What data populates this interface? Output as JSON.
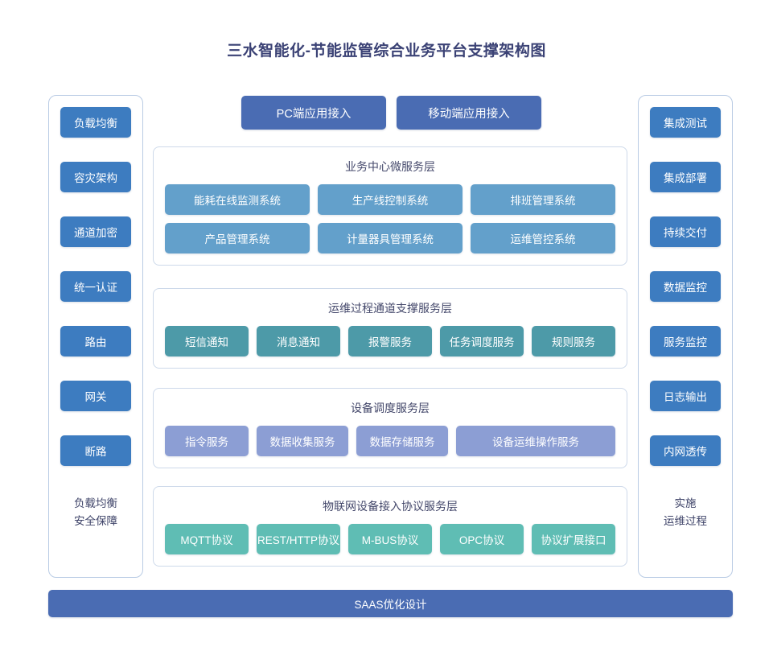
{
  "title": "三水智能化-节能监管综合业务平台支撑架构图",
  "colors": {
    "title_text": "#3b4275",
    "side_button": "#3d7cc0",
    "access_button": "#4a6cb3",
    "business_node": "#63a0cb",
    "channel_node": "#4d9aa8",
    "device_node": "#8c9ed4",
    "iot_node": "#5fbdb4",
    "bottom_bar": "#4a6cb3",
    "panel_border": "#cdd9ea",
    "side_border": "#b9cbe4"
  },
  "left_column": {
    "items": [
      {
        "label": "负载均衡"
      },
      {
        "label": "容灾架构"
      },
      {
        "label": "通道加密"
      },
      {
        "label": "统一认证"
      },
      {
        "label": "路由"
      },
      {
        "label": "网关"
      },
      {
        "label": "断路"
      }
    ],
    "footer_line1": "负载均衡",
    "footer_line2": "安全保障"
  },
  "right_column": {
    "items": [
      {
        "label": "集成测试"
      },
      {
        "label": "集成部署"
      },
      {
        "label": "持续交付"
      },
      {
        "label": "数据监控"
      },
      {
        "label": "服务监控"
      },
      {
        "label": "日志输出"
      },
      {
        "label": "内网透传"
      }
    ],
    "footer_line1": "实施",
    "footer_line2": "运维过程"
  },
  "access": {
    "pc": "PC端应用接入",
    "mobile": "移动端应用接入"
  },
  "layers": [
    {
      "id": "business",
      "title": "业务中心微服务层",
      "rows": [
        [
          "能耗在线监测系统",
          "生产线控制系统",
          "排班管理系统"
        ],
        [
          "产品管理系统",
          "计量器具管理系统",
          "运维管控系统"
        ]
      ]
    },
    {
      "id": "channel",
      "title": "运维过程通道支撑服务层",
      "rows": [
        [
          "短信通知",
          "消息通知",
          "报警服务",
          "任务调度服务",
          "规则服务"
        ]
      ]
    },
    {
      "id": "device",
      "title": "设备调度服务层",
      "rows": [
        [
          "指令服务",
          "数据收集服务",
          "数据存储服务",
          "设备运维操作服务"
        ]
      ]
    },
    {
      "id": "iot",
      "title": "物联网设备接入协议服务层",
      "rows": [
        [
          "MQTT协议",
          "REST/HTTP协议",
          "M-BUS协议",
          "OPC协议",
          "协议扩展接口"
        ]
      ]
    }
  ],
  "bottom_bar": "SAAS优化设计"
}
